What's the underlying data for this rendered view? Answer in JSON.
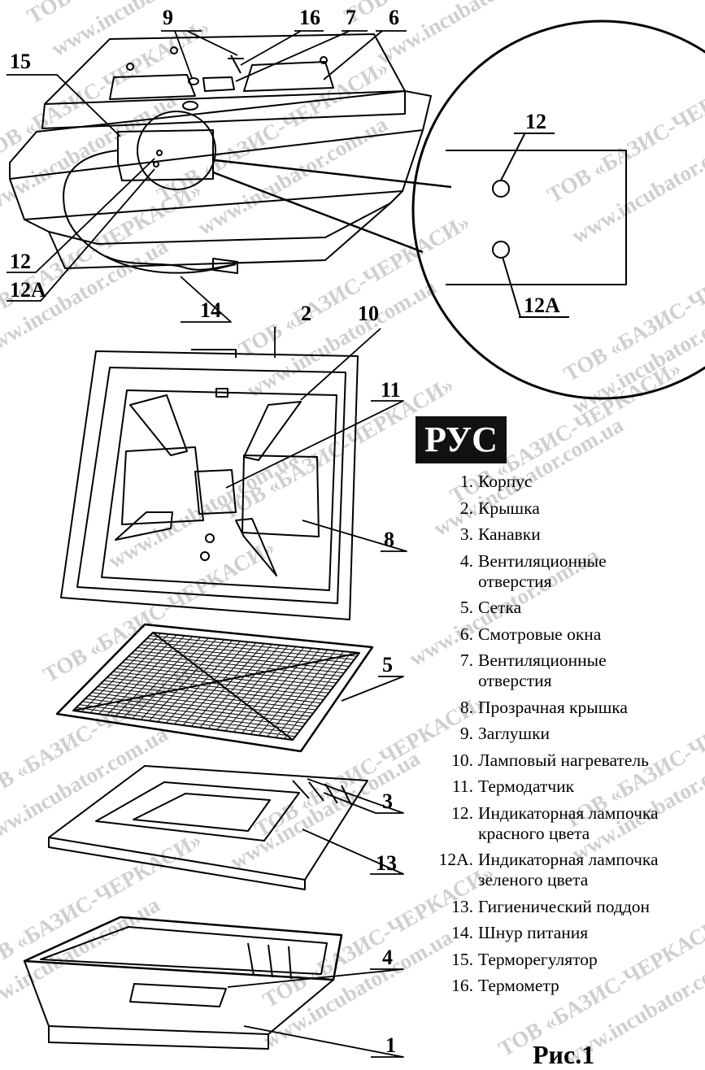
{
  "callouts": {
    "c9": "9",
    "c16": "16",
    "c7": "7",
    "c6": "6",
    "c15": "15",
    "c12": "12",
    "c12a": "12A",
    "c14": "14",
    "c2": "2",
    "c10": "10",
    "c11": "11",
    "c8": "8",
    "c5": "5",
    "c3": "3",
    "c13": "13",
    "c4": "4",
    "c1": "1",
    "zoom12": "12",
    "zoom12a": "12A"
  },
  "language_badge": "РУС",
  "parts": [
    {
      "num": "1.",
      "name": "Корпус"
    },
    {
      "num": "2.",
      "name": "Крышка"
    },
    {
      "num": "3.",
      "name": "Канавки"
    },
    {
      "num": "4.",
      "name": "Вентиляционные\nотверстия"
    },
    {
      "num": "5.",
      "name": "Сетка"
    },
    {
      "num": "6.",
      "name": "Смотровые окна"
    },
    {
      "num": "7.",
      "name": "Вентиляционные\nотверстия"
    },
    {
      "num": "8.",
      "name": "Прозрачная крышка"
    },
    {
      "num": "9.",
      "name": "Заглушки"
    },
    {
      "num": "10.",
      "name": "Ламповый нагреватель"
    },
    {
      "num": "11.",
      "name": "Термодатчик"
    },
    {
      "num": "12.",
      "name": "Индикаторная лампочка\nкрасного цвета"
    },
    {
      "num": "12A.",
      "name": "Индикаторная лампочка\nзеленого цвета"
    },
    {
      "num": "13.",
      "name": "Гигиенический поддон"
    },
    {
      "num": "14.",
      "name": "Шнур питания"
    },
    {
      "num": "15.",
      "name": "Терморегулятор"
    },
    {
      "num": "16.",
      "name": "Термометр"
    }
  ],
  "figure_caption": "Рис.1",
  "watermark": {
    "line1": "ТОВ «БАЗИС-ЧЕРКАСИ»",
    "line2": "www.incubator.com.ua"
  }
}
